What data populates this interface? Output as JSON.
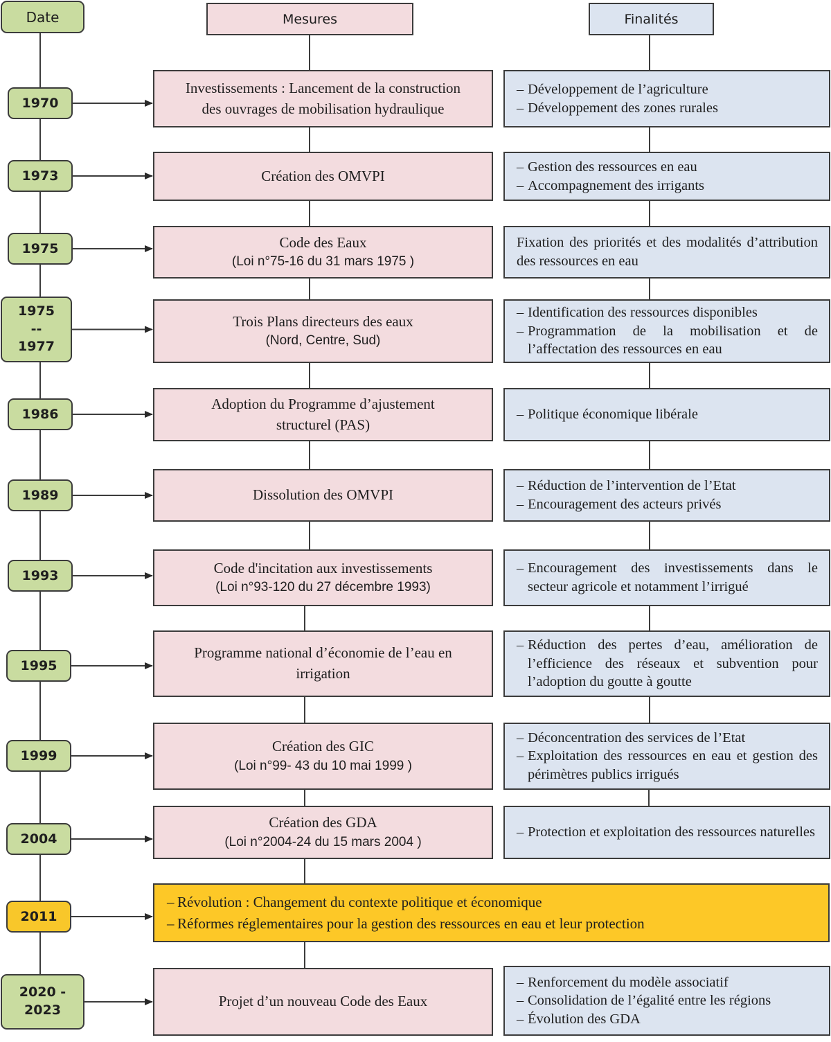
{
  "headers": {
    "date": "Date",
    "mesures": "Mesures",
    "finalites": "Finalités"
  },
  "rows": [
    {
      "date": "1970",
      "mesure": [
        "Investissements : Lancement de la construction",
        "des ouvrages de mobilisation hydraulique"
      ],
      "finalites": [
        "Développement de l’agriculture",
        "Développement des zones rurales"
      ]
    },
    {
      "date": "1973",
      "mesure": [
        "Création des OMVPI"
      ],
      "finalites": [
        "Gestion des ressources en eau",
        "Accompagnement des irrigants"
      ]
    },
    {
      "date": "1975",
      "mesure": [
        "Code des Eaux"
      ],
      "mesure_sub": "(Loi n°75-16 du 31 mars 1975 )",
      "finalite_text": "Fixation des priorités et des modalités d’attribution des ressources en eau"
    },
    {
      "date_lines": [
        "1975",
        "--",
        "1977"
      ],
      "mesure": [
        "Trois Plans directeurs des eaux"
      ],
      "mesure_sub": "(Nord, Centre, Sud)",
      "finalites": [
        "Identification des ressources disponibles",
        "Programmation de la mobilisation et de l’affectation des ressources en eau"
      ]
    },
    {
      "date": "1986",
      "mesure": [
        "Adoption du Programme d’ajustement",
        "structurel (PAS)"
      ],
      "finalites": [
        "Politique économique libérale"
      ]
    },
    {
      "date": "1989",
      "mesure": [
        "Dissolution des OMVPI"
      ],
      "finalites": [
        "Réduction de l’intervention de l’Etat",
        "Encouragement des acteurs privés"
      ]
    },
    {
      "date": "1993",
      "mesure": [
        "Code d'incitation aux investissements"
      ],
      "mesure_sub": "(Loi n°93-120 du 27 décembre 1993)",
      "finalites": [
        "Encouragement des investissements dans le secteur agricole et notamment l’irrigué"
      ]
    },
    {
      "date": "1995",
      "mesure": [
        "Programme national d’économie de l’eau en",
        "irrigation"
      ],
      "finalites": [
        "Réduction des pertes d’eau, amélioration de l’efficience des réseaux et subvention pour l’adoption du goutte à goutte"
      ]
    },
    {
      "date": "1999",
      "mesure": [
        "Création des GIC"
      ],
      "mesure_sub": "(Loi n°99- 43 du 10 mai 1999 )",
      "finalites": [
        "Déconcentration des services de l’Etat",
        "Exploitation des ressources en eau et gestion des périmètres publics irrigués"
      ]
    },
    {
      "date": "2004",
      "mesure": [
        "Création des GDA"
      ],
      "mesure_sub": "(Loi n°2004-24 du 15 mars 2004 )",
      "finalites": [
        "Protection et exploitation des ressources naturelles"
      ]
    },
    {
      "date": "2011",
      "revolution": [
        "Révolution : Changement du contexte politique et économique",
        "Réformes réglementaires pour la gestion des ressources en eau et leur protection"
      ]
    },
    {
      "date_lines": [
        "2020 -",
        "2023"
      ],
      "mesure": [
        "Projet d’un nouveau Code des Eaux"
      ],
      "finalites": [
        "Renforcement du modèle associatif",
        "Consolidation de l’égalité entre les régions",
        "Évolution des GDA"
      ]
    }
  ],
  "dash": "–",
  "colors": {
    "date": "#c9dca0",
    "highlight": "#f8c72a",
    "mesure": "#f3dcdf",
    "finalite": "#dce4f0",
    "revolution": "#fdc827",
    "line": "#3c3c3c"
  }
}
